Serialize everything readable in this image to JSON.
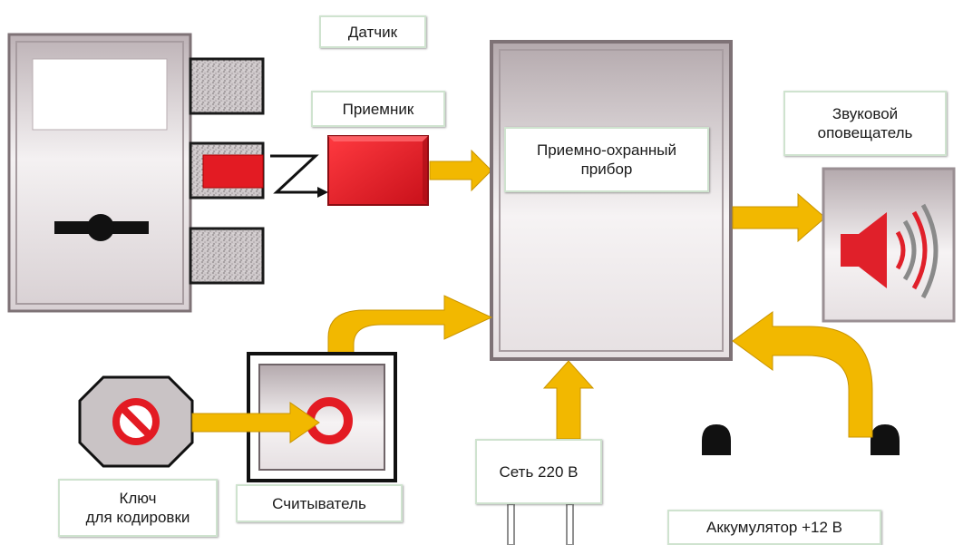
{
  "labels": {
    "sensor": "Датчик",
    "receiver": "Приемник",
    "control_panel": "Приемно-охранный\nприбор",
    "siren": "Звуковой\nоповещатель",
    "key": "Ключ\nдля кодировки",
    "reader": "Считыватель",
    "mains": "Сеть 220 В",
    "battery": "Аккумулятор +12 В"
  },
  "colors": {
    "arrow": "#f2b800",
    "accent_red": "#e0202a",
    "frame": "#8a7a80",
    "label_border": "#cfe3cf"
  }
}
